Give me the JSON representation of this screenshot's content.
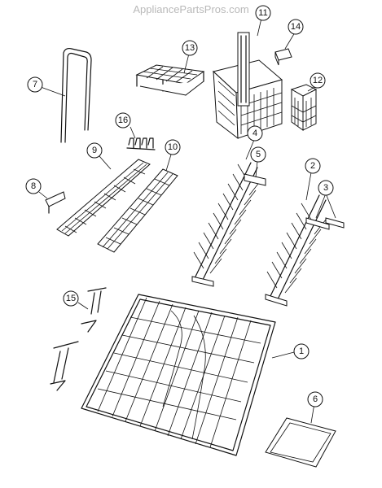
{
  "watermark": "AppliancePartsPros.com",
  "callouts": [
    {
      "id": "c1",
      "label": "1"
    },
    {
      "id": "c2",
      "label": "2"
    },
    {
      "id": "c3",
      "label": "3"
    },
    {
      "id": "c4",
      "label": "4"
    },
    {
      "id": "c5",
      "label": "5"
    },
    {
      "id": "c6",
      "label": "6"
    },
    {
      "id": "c7",
      "label": "7"
    },
    {
      "id": "c8",
      "label": "8"
    },
    {
      "id": "c9",
      "label": "9"
    },
    {
      "id": "c10",
      "label": "10"
    },
    {
      "id": "c11",
      "label": "11"
    },
    {
      "id": "c12",
      "label": "12"
    },
    {
      "id": "c13",
      "label": "13"
    },
    {
      "id": "c14",
      "label": "14"
    },
    {
      "id": "c15",
      "label": "15"
    },
    {
      "id": "c16",
      "label": "16"
    }
  ]
}
